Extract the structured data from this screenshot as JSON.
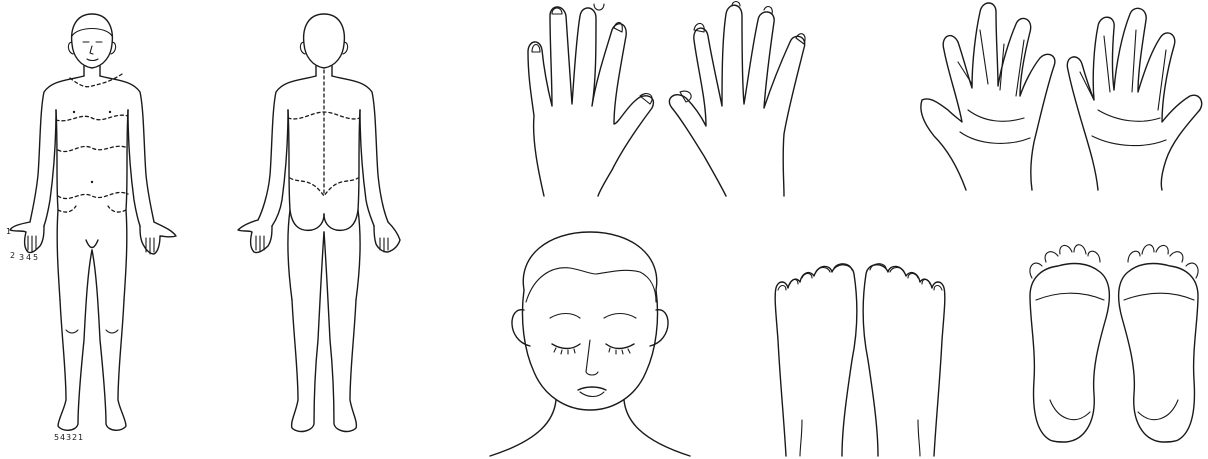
{
  "colors": {
    "line": "#1a1a1a",
    "background": "#ffffff"
  },
  "labels": {
    "finger_numbers": [
      "1",
      "2",
      "3",
      "4",
      "5"
    ],
    "toe_numbers": [
      "5",
      "4",
      "3",
      "2",
      "1"
    ]
  }
}
